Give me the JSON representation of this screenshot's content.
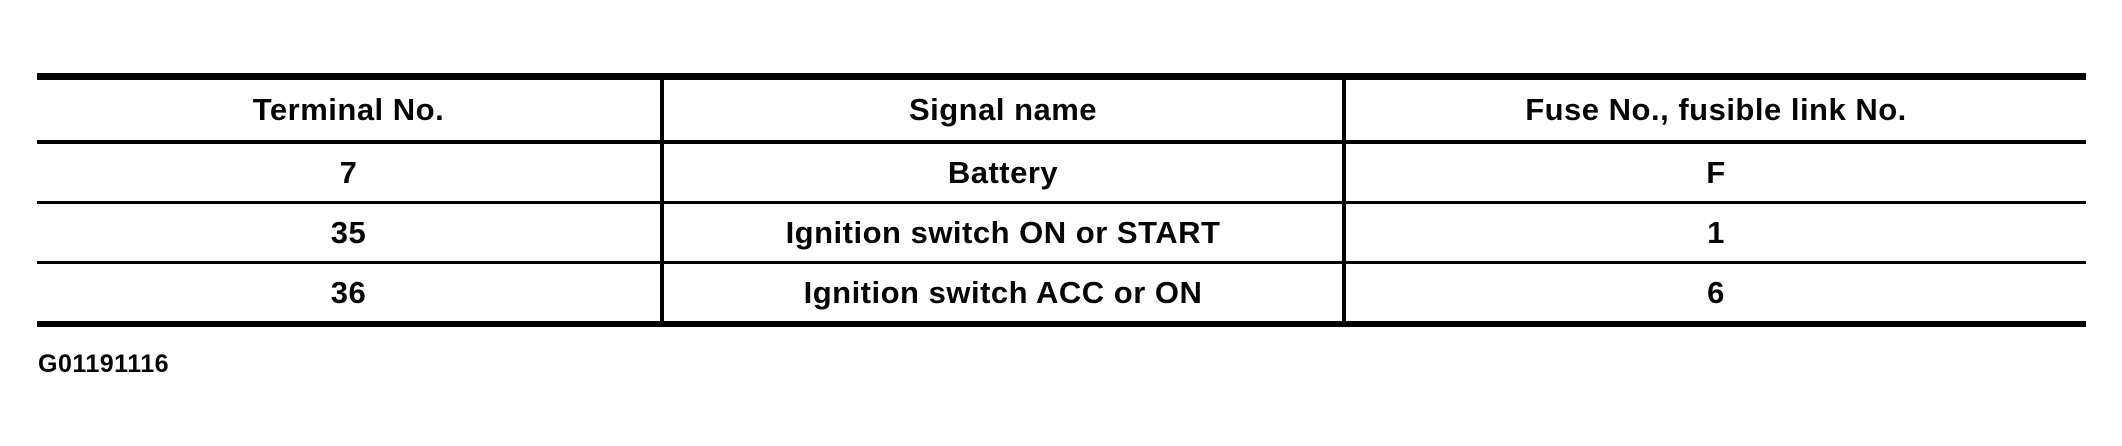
{
  "page": {
    "paper_color": "#ffffff",
    "ink_color": "#000000"
  },
  "table": {
    "columns": [
      "Terminal No.",
      "Signal name",
      "Fuse No., fusible link No."
    ],
    "rows": [
      [
        "7",
        "Battery",
        "F"
      ],
      [
        "35",
        "Ignition switch ON or START",
        "1"
      ],
      [
        "36",
        "Ignition switch ACC or ON",
        "6"
      ]
    ]
  },
  "figure_id": "G01191116"
}
